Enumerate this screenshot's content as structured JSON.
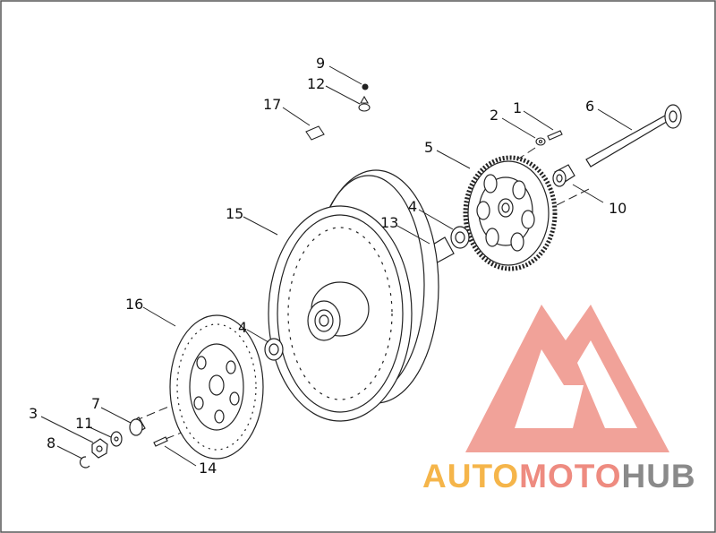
{
  "diagram": {
    "callouts": [
      {
        "id": "c9",
        "label": "9"
      },
      {
        "id": "c12",
        "label": "12"
      },
      {
        "id": "c17",
        "label": "17"
      },
      {
        "id": "c1",
        "label": "1"
      },
      {
        "id": "c2",
        "label": "2"
      },
      {
        "id": "c6",
        "label": "6"
      },
      {
        "id": "c5",
        "label": "5"
      },
      {
        "id": "c10",
        "label": "10"
      },
      {
        "id": "c4a",
        "label": "4"
      },
      {
        "id": "c13",
        "label": "13"
      },
      {
        "id": "c15",
        "label": "15"
      },
      {
        "id": "c16",
        "label": "16"
      },
      {
        "id": "c4b",
        "label": "4"
      },
      {
        "id": "c7",
        "label": "7"
      },
      {
        "id": "c3",
        "label": "3"
      },
      {
        "id": "c11",
        "label": "11"
      },
      {
        "id": "c8",
        "label": "8"
      },
      {
        "id": "c14",
        "label": "14"
      }
    ]
  },
  "watermark": {
    "part1": "AUTO",
    "part2": "MOTO",
    "part3": "HUB",
    "colors": {
      "orange": "#F5B54A",
      "pink": "#EE8B80",
      "gray": "#8A8A8A",
      "triangle": "#EE8B80"
    }
  }
}
